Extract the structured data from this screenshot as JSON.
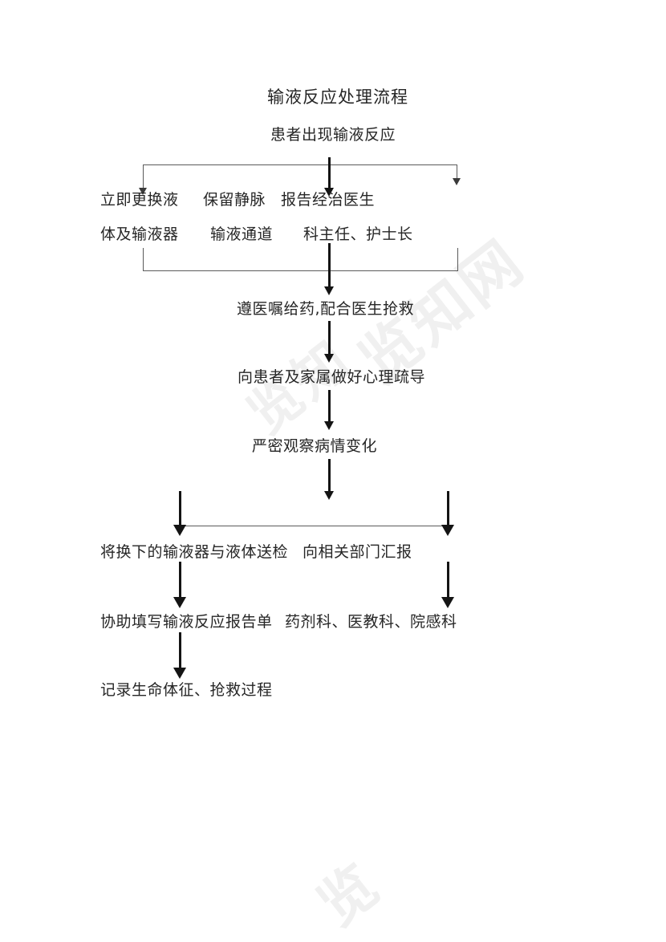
{
  "document": {
    "title": "输液反应处理流程",
    "language": "zh-CN",
    "background_color": "#ffffff",
    "line_color": "#5a5a5a",
    "arrow_color": "#141414",
    "watermark_color": "#f0f0f0"
  },
  "watermark": {
    "text_a": "览知网",
    "text_b": "览知",
    "text_c": "览"
  },
  "flow": {
    "start": "患者出现输液反应",
    "branch_left_line1": "立即更换液",
    "branch_left_line2": "体及输液器",
    "branch_mid_line1": "保留静脉",
    "branch_mid_line2": "输液通道",
    "branch_right_line1": "报告经治医生",
    "branch_right_line2": "科主任、护士长",
    "step_medicate": "遵医嘱给药,配合医生抢救",
    "step_counsel": "向患者及家属做好心理疏导",
    "step_observe": "严密观察病情变化",
    "step_send_sample": "将换下的输液器与液体送检",
    "step_report_dept": "向相关部门汇报",
    "step_fill_form": "协助填写输液反应报告单",
    "step_departments": "药剂科、医教科、院感科",
    "step_record": "记录生命体征、抢救过程"
  }
}
